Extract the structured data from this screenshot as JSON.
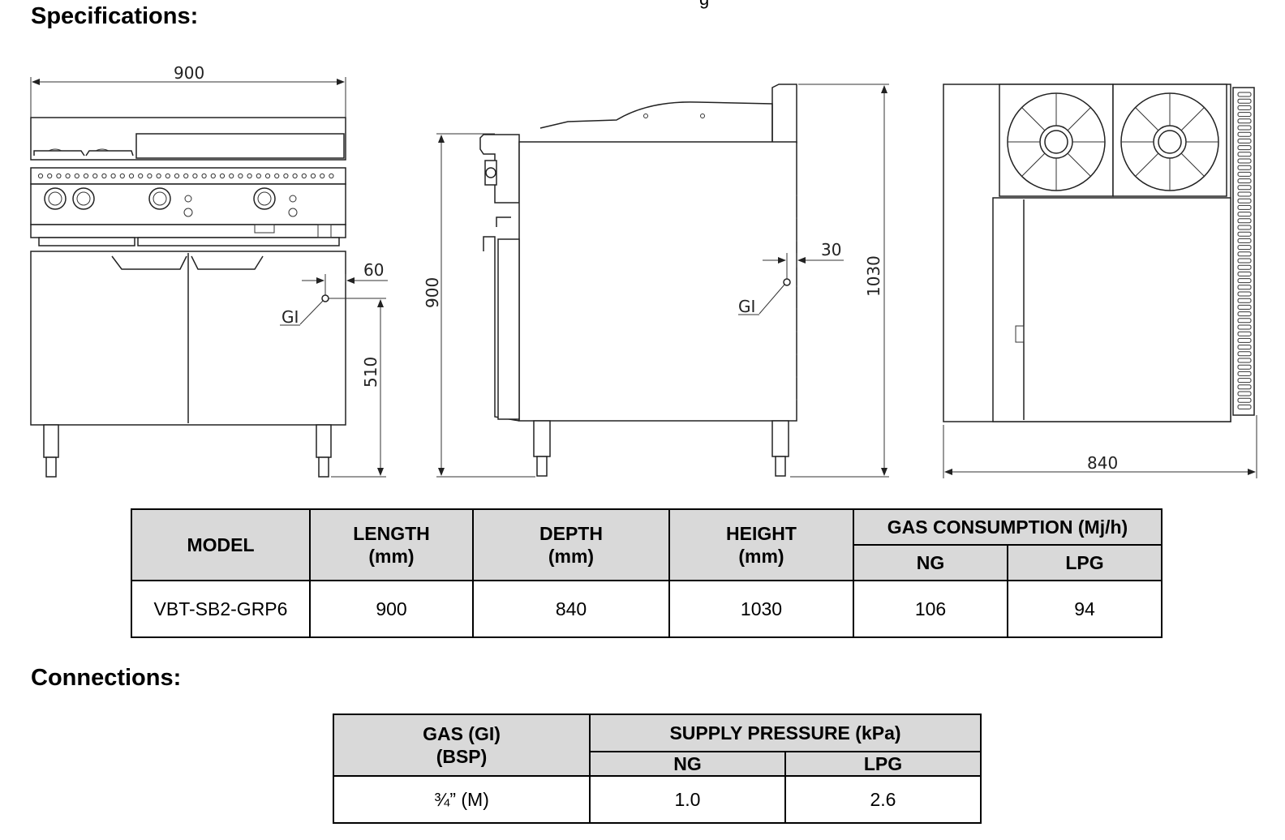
{
  "headings": {
    "specifications": "Specifications:",
    "connections": "Connections:"
  },
  "stray_mark": "g",
  "drawing": {
    "front_width": "900",
    "front_gas_offset": "60",
    "front_gas_height": "510",
    "front_gas_label": "GI",
    "side_height": "900",
    "side_gas_offset": "30",
    "side_gas_label": "GI",
    "side_total_height": "1030",
    "top_depth": "840"
  },
  "spec_table": {
    "headers": {
      "model": "MODEL",
      "length": "LENGTH",
      "length_unit": "(mm)",
      "depth": "DEPTH",
      "depth_unit": "(mm)",
      "height": "HEIGHT",
      "height_unit": "(mm)",
      "gas": "GAS CONSUMPTION (Mj/h)",
      "ng": "NG",
      "lpg": "LPG"
    },
    "row": {
      "model": "VBT-SB2-GRP6",
      "length": "900",
      "depth": "840",
      "height": "1030",
      "ng": "106",
      "lpg": "94"
    }
  },
  "conn_table": {
    "headers": {
      "gas": "GAS (GI)",
      "gas_unit": "(BSP)",
      "supply": "SUPPLY PRESSURE (kPa)",
      "ng": "NG",
      "lpg": "LPG"
    },
    "row": {
      "gas": "¾” (M)",
      "ng": "1.0",
      "lpg": "2.6"
    }
  }
}
